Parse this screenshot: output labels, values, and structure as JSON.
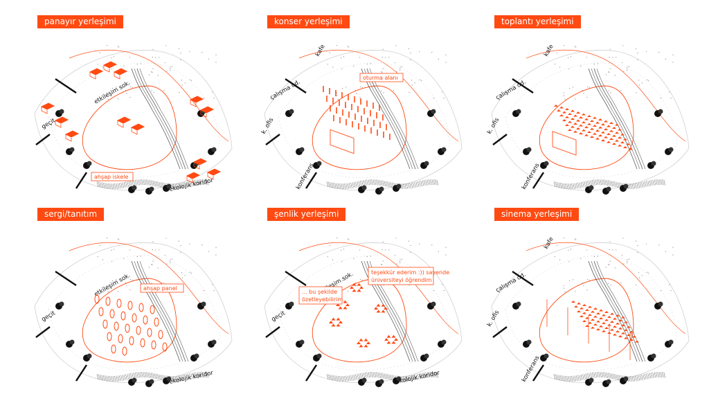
{
  "panels": [
    {
      "title": "panayır yerleşimi",
      "labels": {
        "street": "etkileşim sok.",
        "pass": "geçit",
        "corridor": "ekolojik koridor"
      },
      "callouts": [
        "ahşap iskele"
      ]
    },
    {
      "title": "konser yerleşimi",
      "labels": {
        "cafe": "kafe",
        "work": "çalışma od.",
        "office": "k. ofis",
        "conf": "konferans"
      },
      "callouts": [
        "oturma alanı"
      ]
    },
    {
      "title": "toplantı yerleşimi",
      "labels": {
        "cafe": "kafe",
        "work": "çalışma od.",
        "office": "k. ofis",
        "conf": "konferans"
      },
      "callouts": []
    },
    {
      "title": "sergi/tanıtım",
      "labels": {
        "street": "etkileşim sok.",
        "pass": "geçit",
        "corridor": "ekolojik koridor"
      },
      "callouts": [
        "ahşap panel"
      ]
    },
    {
      "title": "şenlik yerleşimi",
      "labels": {
        "street": "etkileşim sok.",
        "pass": "geçit",
        "corridor": "ekolojik koridor"
      },
      "callouts": [
        "teşekkür ederim :)) sayende",
        "üniversiteyi öğrendim",
        "... bu şekilde",
        "özetleyebilirim."
      ]
    },
    {
      "title": "sinema yerleşimi",
      "labels": {
        "cafe": "kafe",
        "work": "çalışma od.",
        "office": "k. ofis",
        "conf": "konferans"
      },
      "callouts": []
    }
  ],
  "colors": {
    "accent": "#ff4a12",
    "ink": "#111111",
    "grey": "#8a8a8a"
  }
}
